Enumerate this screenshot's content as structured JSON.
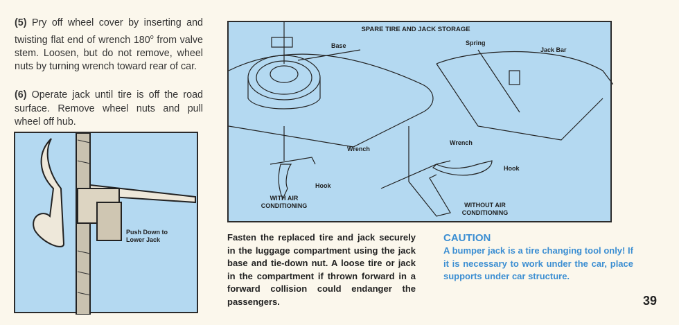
{
  "steps": [
    {
      "number": "(5)",
      "text_before": "Pry off wheel cover by inserting and twisting flat end of wrench 180",
      "superscript": "o",
      "text_after": " from valve stem. Loosen, but do not remove, wheel nuts by turning wrench toward rear of car."
    },
    {
      "number": "(6)",
      "text": "Operate jack until tire is off the road surface. Remove wheel nuts and pull wheel off hub."
    }
  ],
  "jack_figure": {
    "label": "Push Down to Lower Jack"
  },
  "storage_figure": {
    "title": "SPARE TIRE AND JACK STORAGE",
    "labels": {
      "base": "Base",
      "spring": "Spring",
      "jack_bar": "Jack Bar",
      "wrench_left": "Wrench",
      "wrench_right": "Wrench",
      "hook_left": "Hook",
      "hook_right": "Hook",
      "with_ac": "WITH AIR CONDITIONING",
      "without_ac": "WITHOUT AIR CONDITIONING"
    }
  },
  "body_text": "Fasten the replaced tire and jack securely in the luggage compartment using the jack base and tie-down nut. A loose tire or jack in the compartment if thrown forward in a forward collision could endanger the passengers.",
  "caution": {
    "heading": "CAUTION",
    "text": "A bumper jack is a tire changing tool only! If it is necessary to work under the car, place supports under car structure."
  },
  "page_number": "39",
  "colors": {
    "figure_bg": "#b4d9f1",
    "caution": "#3b8ed2",
    "paper": "#fbf7ec"
  }
}
